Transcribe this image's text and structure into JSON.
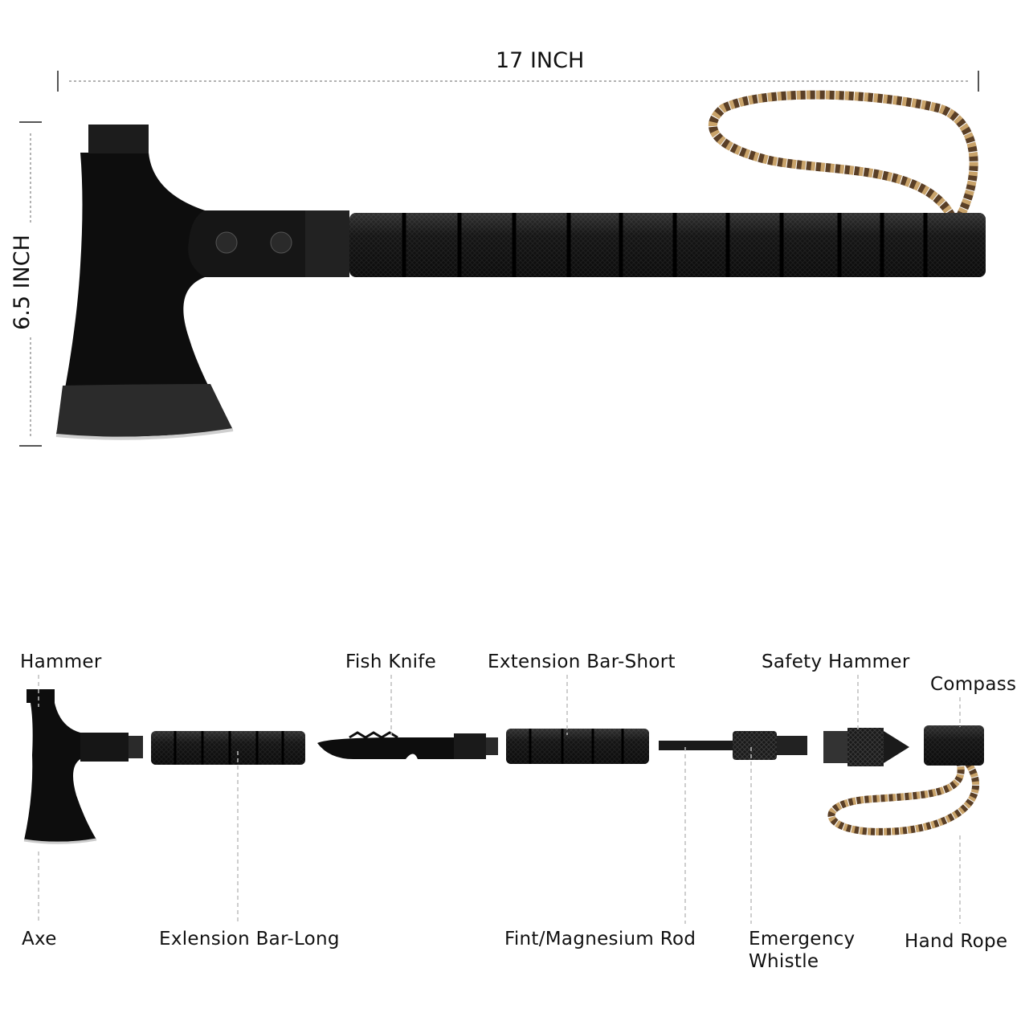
{
  "dimensions": {
    "length": "17 INCH",
    "height": "6.5 INCH"
  },
  "colors": {
    "metal": "#0d0d0d",
    "edge": "#c8c8c8",
    "rope_brown": "#6b4a2b",
    "rope_tan": "#c9a36a",
    "rope_green": "#3e4a2a",
    "leader": "#bdbdbd"
  },
  "parts_top": [
    "Hammer",
    "Fish Knife",
    "Extension Bar-Short",
    "Safety Hammer",
    "Compass"
  ],
  "parts_bottom": [
    "Axe",
    "Exlension Bar-Long",
    "Fint/Magnesium Rod",
    "Emergency",
    "Whistle",
    "Hand Rope"
  ]
}
